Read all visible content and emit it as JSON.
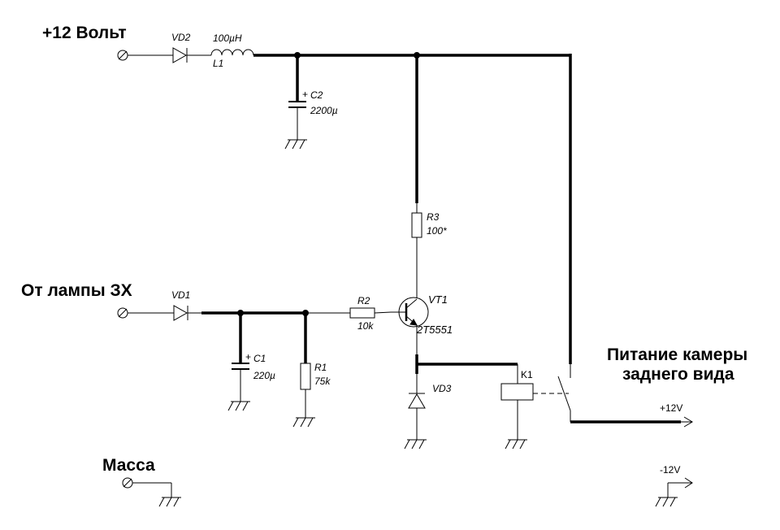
{
  "title_12v": "+12 Вольт",
  "title_lamp": "От лампы ЗХ",
  "title_ground": "Масса",
  "title_output_line1": "Питание камеры",
  "title_output_line2": "заднего вида",
  "vd2": "VD2",
  "l1_value": "100µH",
  "l1": "L1",
  "c2": "C2",
  "c2_value": "2200µ",
  "r3": "R3",
  "r3_value": "100*",
  "vd1": "VD1",
  "c1": "C1",
  "c1_value": "220µ",
  "r1": "R1",
  "r1_value": "75k",
  "r2": "R2",
  "r2_value": "10k",
  "vt1": "VT1",
  "vt1_value": "2T5551",
  "vd3": "VD3",
  "k1": "K1",
  "out_plus": "+12V",
  "out_minus": "-12V",
  "plus_sign": "+"
}
